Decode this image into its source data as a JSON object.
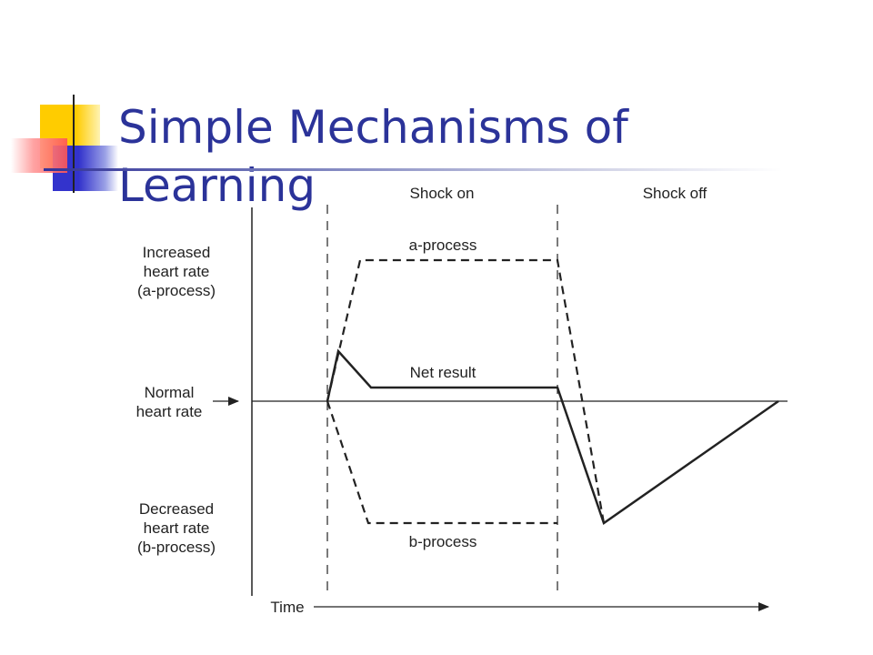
{
  "slide": {
    "title": "Simple Mechanisms of Learning"
  },
  "diagram": {
    "phase_labels": [
      "Shock on",
      "Shock off"
    ],
    "curve_labels": {
      "a_process": "a-process",
      "net_result": "Net result",
      "b_process": "b-process"
    },
    "y_labels": {
      "increased": [
        "Increased",
        "heart rate",
        "(a-process)"
      ],
      "normal": [
        "Normal",
        "heart rate"
      ],
      "decreased": [
        "Decreased",
        "heart rate",
        "(b-process)"
      ]
    },
    "x_label": "Time"
  },
  "colors": {
    "title": "#2b3399",
    "line": "#222222",
    "logo_yellow": "#ffcc00",
    "logo_blue": "#3333cc",
    "logo_red": "#ff6666"
  }
}
